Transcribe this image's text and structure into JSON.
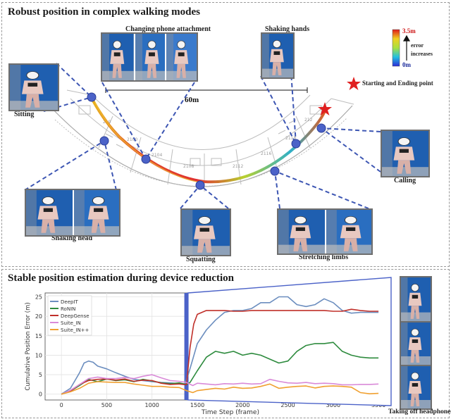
{
  "top_panel": {
    "title": "Robust position in complex walking modes",
    "distance_label": "60m",
    "start_end_label": "Starting and Ending point",
    "colorbar": {
      "max_label": "3.5m",
      "min_label": "0m",
      "arrow_label_1": "error",
      "arrow_label_2": "increases"
    },
    "scenes": [
      {
        "id": "changing",
        "label": "Changing phone attachment",
        "photos": 3
      },
      {
        "id": "shaking-hands",
        "label": "Shaking hands",
        "photos": 1
      },
      {
        "id": "sitting",
        "label": "Sitting",
        "photos": 1
      },
      {
        "id": "calling",
        "label": "Calling",
        "photos": 1
      },
      {
        "id": "shaking-head",
        "label": "Shaking head",
        "photos": 2
      },
      {
        "id": "squatting",
        "label": "Squatting",
        "photos": 1
      },
      {
        "id": "stretching",
        "label": "Stretching limbs",
        "photos": 2
      }
    ],
    "colors": {
      "callout": "#3d56b3",
      "marker": "#4b62c8",
      "star": "#e02020"
    }
  },
  "bottom_panel": {
    "title": "Stable position estimation during device reduction",
    "side_label": "Taking off headphones"
  },
  "chart_data": {
    "type": "line",
    "xlabel": "Time Step (frame)",
    "ylabel": "Cumulative Position Error (m)",
    "xlim": [
      -180,
      3600
    ],
    "ylim": [
      -1.5,
      26
    ],
    "xticks": [
      0,
      500,
      1000,
      1500,
      2000,
      2500,
      3000,
      3500
    ],
    "yticks": [
      0,
      5,
      10,
      15,
      20,
      25
    ],
    "grid": true,
    "legend_position": "top-left",
    "event_line_x": 1380,
    "series": [
      {
        "name": "DeepIT",
        "color": "#6c8ebf",
        "x": [
          0,
          100,
          200,
          250,
          300,
          350,
          400,
          500,
          600,
          700,
          800,
          900,
          1000,
          1100,
          1200,
          1300,
          1360,
          1400,
          1450,
          1500,
          1600,
          1700,
          1800,
          1900,
          2000,
          2100,
          2200,
          2300,
          2400,
          2500,
          2600,
          2700,
          2800,
          2900,
          3000,
          3100,
          3200,
          3300,
          3400,
          3500
        ],
        "y": [
          0,
          1.5,
          5.5,
          8.0,
          8.5,
          8.2,
          7.2,
          6.5,
          5.5,
          4.6,
          3.8,
          3.5,
          3.2,
          3.0,
          2.9,
          2.7,
          2.5,
          5,
          9,
          13,
          16.5,
          19,
          21,
          21.5,
          21.5,
          22,
          23.5,
          23.5,
          25,
          25,
          23,
          22.5,
          23,
          24.5,
          23.5,
          21.5,
          20.8,
          21,
          21,
          21
        ]
      },
      {
        "name": "RoNIN",
        "color": "#2e8b3e",
        "x": [
          0,
          100,
          200,
          300,
          400,
          500,
          600,
          700,
          800,
          900,
          1000,
          1100,
          1200,
          1300,
          1380,
          1420,
          1500,
          1600,
          1700,
          1800,
          1900,
          2000,
          2100,
          2200,
          2300,
          2400,
          2500,
          2600,
          2700,
          2800,
          2900,
          3000,
          3100,
          3200,
          3300,
          3400,
          3500
        ],
        "y": [
          0,
          0.8,
          2.2,
          3.8,
          3.2,
          3.9,
          3.5,
          3.7,
          3.2,
          3.8,
          3.4,
          2.9,
          2.7,
          2.9,
          2.5,
          3,
          6,
          9.5,
          11,
          10.5,
          11,
          10,
          10.5,
          10,
          9,
          8,
          8.5,
          11,
          12.5,
          13,
          13,
          13.3,
          11,
          10,
          9.5,
          9.3,
          9.3
        ]
      },
      {
        "name": "DeepGense",
        "color": "#c0302a",
        "x": [
          0,
          100,
          200,
          300,
          400,
          500,
          600,
          700,
          800,
          900,
          1000,
          1100,
          1200,
          1300,
          1380,
          1420,
          1460,
          1500,
          1600,
          1700,
          1800,
          1900,
          2000,
          2100,
          2200,
          2300,
          2400,
          2500,
          2600,
          2700,
          2800,
          2900,
          3000,
          3100,
          3200,
          3300,
          3400,
          3500
        ],
        "y": [
          0,
          0.8,
          2.5,
          3.5,
          3.8,
          3.9,
          3.6,
          3.9,
          3.3,
          3.6,
          3.5,
          2.8,
          2.5,
          2.6,
          2.4,
          12,
          18,
          20.5,
          21.5,
          21.5,
          21.5,
          21.3,
          21.3,
          21.5,
          21.5,
          21.5,
          21.5,
          21.5,
          21.5,
          21.5,
          21.5,
          21.5,
          21.3,
          21.3,
          21.8,
          21.5,
          21.3,
          21.3
        ]
      },
      {
        "name": "Suite_IN",
        "color": "#d98ad8",
        "x": [
          0,
          100,
          200,
          300,
          400,
          500,
          600,
          700,
          800,
          900,
          1000,
          1100,
          1200,
          1300,
          1380,
          1450,
          1500,
          1600,
          1700,
          1800,
          1900,
          2000,
          2100,
          2200,
          2300,
          2400,
          2500,
          2600,
          2700,
          2800,
          2900,
          3000,
          3100,
          3200,
          3300,
          3400,
          3500
        ],
        "y": [
          0,
          1,
          2.5,
          4,
          4.4,
          4,
          4,
          4.3,
          4,
          4.6,
          5,
          4.2,
          3.5,
          3.3,
          3,
          2.2,
          2.8,
          2.6,
          2.4,
          2.7,
          2.6,
          2.8,
          2.6,
          2.7,
          3.8,
          3.3,
          2.9,
          2.8,
          3.0,
          2.7,
          2.8,
          2.7,
          2.4,
          2.4,
          2.5,
          2.5,
          2.6
        ]
      },
      {
        "name": "Suite_IN++",
        "color": "#f0a030",
        "x": [
          0,
          100,
          200,
          300,
          400,
          500,
          600,
          700,
          800,
          900,
          1000,
          1100,
          1200,
          1300,
          1380,
          1450,
          1500,
          1600,
          1700,
          1800,
          1900,
          2000,
          2100,
          2200,
          2300,
          2400,
          2500,
          2600,
          2700,
          2800,
          2900,
          3000,
          3100,
          3200,
          3300,
          3400,
          3500
        ],
        "y": [
          0,
          0.6,
          1.5,
          2.8,
          3.2,
          3.1,
          3.0,
          3.0,
          2.6,
          2.3,
          2.0,
          2.0,
          1.8,
          1.7,
          0.9,
          0.4,
          0.9,
          1.2,
          1.5,
          1.3,
          1.8,
          1.5,
          1.6,
          2,
          2.6,
          1.5,
          1.8,
          2,
          2.1,
          1.6,
          2.0,
          2.1,
          2.0,
          1.8,
          0.4,
          0.1,
          0.2
        ]
      }
    ]
  }
}
